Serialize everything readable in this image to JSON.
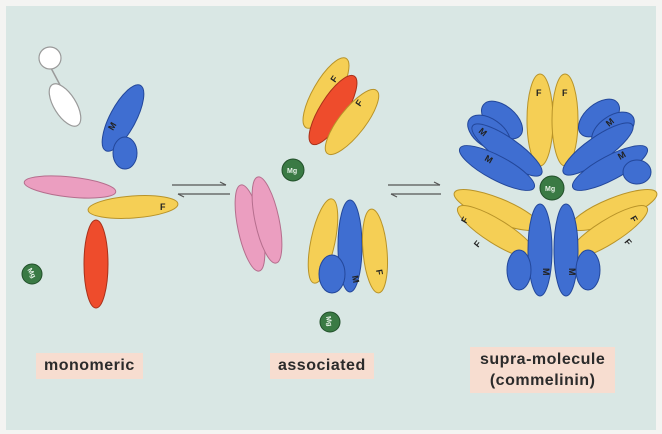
{
  "panel_labels": {
    "monomeric": "monomeric",
    "associated": "associated",
    "supra_line1": "supra-molecule",
    "supra_line2": "(commelinin)"
  },
  "subunit_letters": {
    "flavonoid": "F",
    "metal": "M",
    "magnesium": "Mg"
  },
  "colors": {
    "background_panel": "#d9e7e4",
    "page": "#f4f4f2",
    "flavonoid_yellow": "#f5cf55",
    "anthocyanin_blue": "#3f6ed1",
    "pink": "#eb9ec0",
    "red": "#ee4c2c",
    "magnesium_green": "#3a7a44",
    "label_box": "#f7ddd0"
  },
  "arrows": [
    "equilibrium-arrow-1",
    "equilibrium-arrow-2"
  ]
}
